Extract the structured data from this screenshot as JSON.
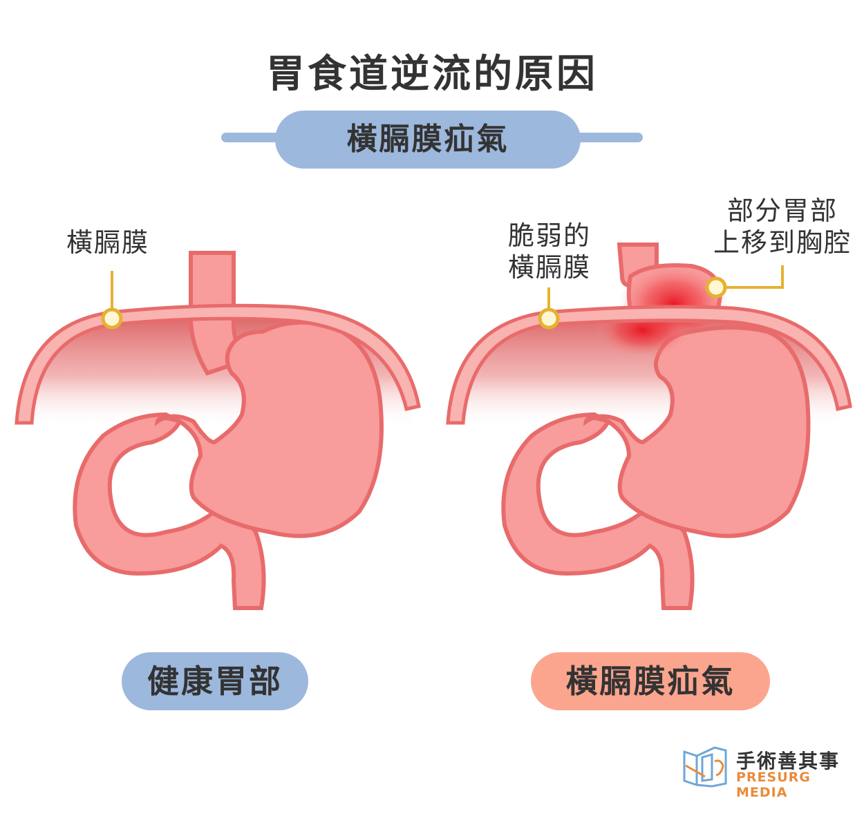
{
  "title": "胃食道逆流的原因",
  "subtitle": "橫膈膜疝氣",
  "left_panel": {
    "label": "橫膈膜",
    "caption": "健康胃部"
  },
  "right_panel": {
    "label_weak_line1": "脆弱的",
    "label_weak_line2": "橫膈膜",
    "label_up_line1": "部分胃部",
    "label_up_line2": "上移到胸腔",
    "caption": "橫膈膜疝氣"
  },
  "logo": {
    "name_cn": "手術善其事",
    "name_en": "PRESURG MEDIA"
  },
  "colors": {
    "stomach_fill": "#f89c9c",
    "stomach_stroke": "#e86b6b",
    "diaphragm_fill": "#f9b3b0",
    "healthy_pill": "#9db8dd",
    "hernia_pill": "#fba58e",
    "marker": "#e5b230",
    "hernia_glow": "#e8121f"
  },
  "icons": {
    "marker": "yellow-ring-marker",
    "logo": "presurg-logo-icon"
  }
}
